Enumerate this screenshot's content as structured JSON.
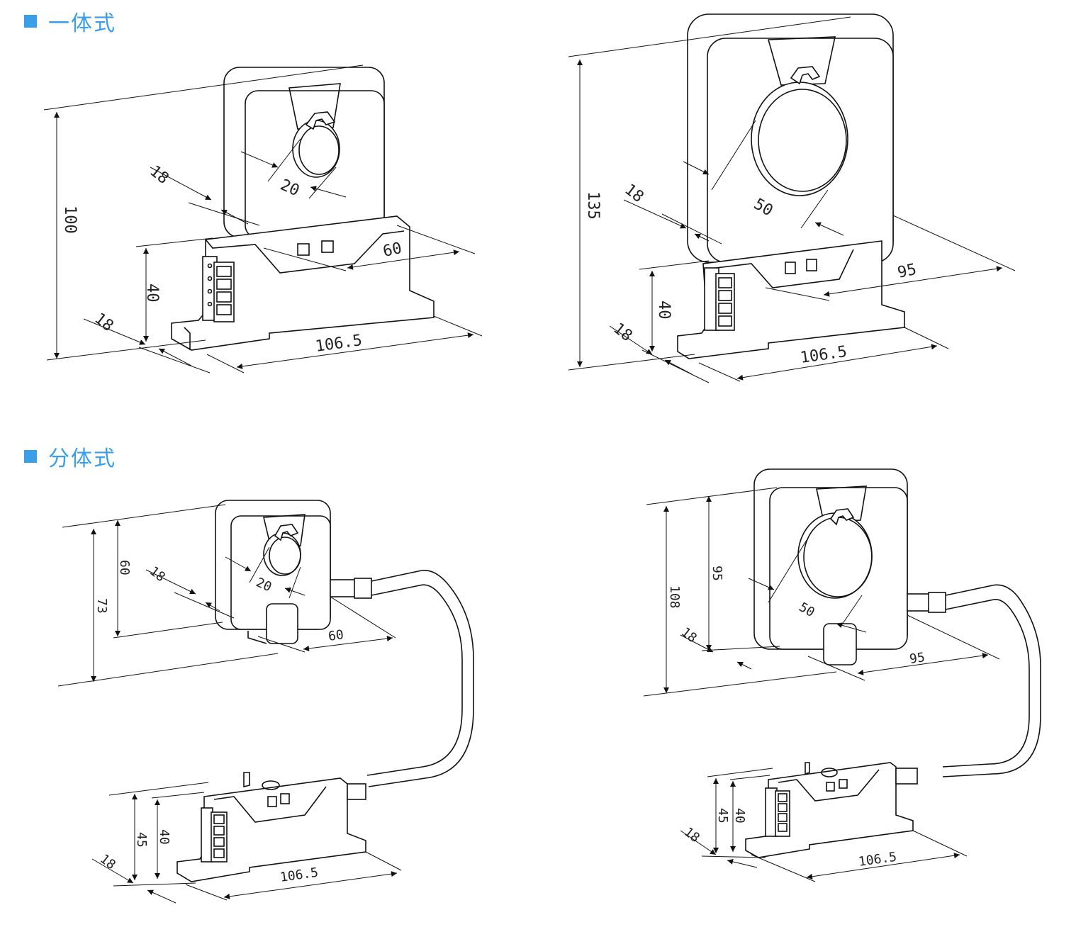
{
  "accent_color": "#3a9ee8",
  "sections": [
    {
      "title": "一体式",
      "icon": "blue-square-icon"
    },
    {
      "title": "分体式",
      "icon": "blue-square-icon"
    }
  ],
  "dimensions": {
    "d1": {
      "height": "100",
      "base_h": "40",
      "width": "18",
      "width_top": "18",
      "hole": "20",
      "depth": "60",
      "length": "106.5"
    },
    "d2": {
      "height": "135",
      "base_h": "40",
      "width": "18",
      "width_top": "18",
      "hole": "50",
      "depth": "95",
      "length": "106.5"
    },
    "d3": {
      "height": "73",
      "sensor_h": "60",
      "width_top": "18",
      "hole": "20",
      "depth": "60",
      "mod_h1": "45",
      "mod_h2": "40",
      "width": "18",
      "length": "106.5"
    },
    "d4": {
      "height": "108",
      "sensor_h": "95",
      "width_top": "18",
      "hole": "50",
      "depth": "95",
      "mod_h1": "45",
      "mod_h2": "40",
      "width": "18",
      "length": "106.5"
    }
  }
}
